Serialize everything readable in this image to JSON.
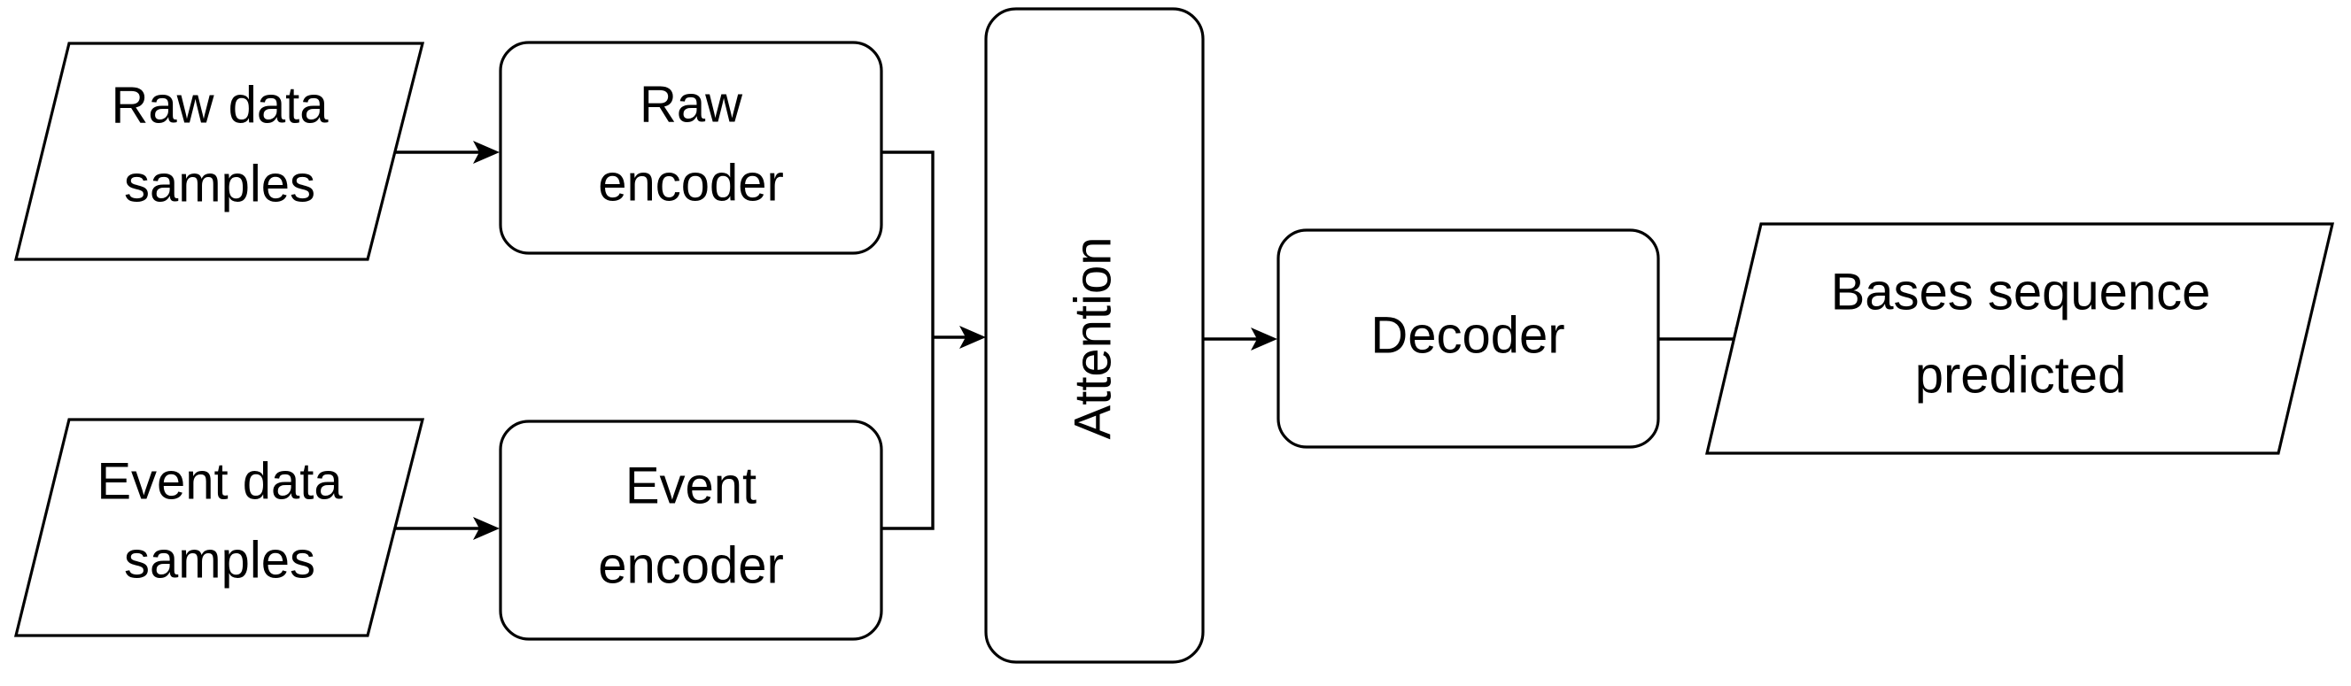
{
  "diagram": {
    "title": "Encoder-Attention-Decoder basecalling pipeline flowchart",
    "type": "flowchart",
    "orientation": "left-to-right",
    "background_color": "#ffffff",
    "stroke_color": "#000000",
    "text_color": "#000000",
    "nodes": [
      {
        "id": "raw-data-samples",
        "shape": "parallelogram",
        "role": "input",
        "label_line1": "Raw data",
        "label_line2": "samples"
      },
      {
        "id": "raw-encoder",
        "shape": "rounded-rectangle",
        "role": "process",
        "label_line1": "Raw",
        "label_line2": "encoder"
      },
      {
        "id": "event-data-samples",
        "shape": "parallelogram",
        "role": "input",
        "label_line1": "Event data",
        "label_line2": "samples"
      },
      {
        "id": "event-encoder",
        "shape": "rounded-rectangle",
        "role": "process",
        "label_line1": "Event",
        "label_line2": "encoder"
      },
      {
        "id": "attention",
        "shape": "rounded-rectangle",
        "role": "process",
        "orientation": "vertical",
        "label_line1": "Attention"
      },
      {
        "id": "decoder",
        "shape": "rounded-rectangle",
        "role": "process",
        "label_line1": "Decoder"
      },
      {
        "id": "bases-sequence-predicted",
        "shape": "parallelogram",
        "role": "output",
        "label_line1": "Bases sequence",
        "label_line2": "predicted"
      }
    ],
    "edges": [
      {
        "id": "edge-raw-data-to-raw-encoder",
        "from": "raw-data-samples",
        "to": "raw-encoder",
        "style": "straight-arrow"
      },
      {
        "id": "edge-event-data-to-event-encoder",
        "from": "event-data-samples",
        "to": "event-encoder",
        "style": "straight-arrow"
      },
      {
        "id": "edge-raw-encoder-to-attention",
        "from": "raw-encoder",
        "to": "attention",
        "style": "elbow-merge-arrow"
      },
      {
        "id": "edge-event-encoder-to-attention",
        "from": "event-encoder",
        "to": "attention",
        "style": "elbow-merge-arrow"
      },
      {
        "id": "edge-attention-to-decoder",
        "from": "attention",
        "to": "decoder",
        "style": "straight-arrow"
      },
      {
        "id": "edge-decoder-to-output",
        "from": "decoder",
        "to": "bases-sequence-predicted",
        "style": "straight-arrow"
      }
    ]
  }
}
